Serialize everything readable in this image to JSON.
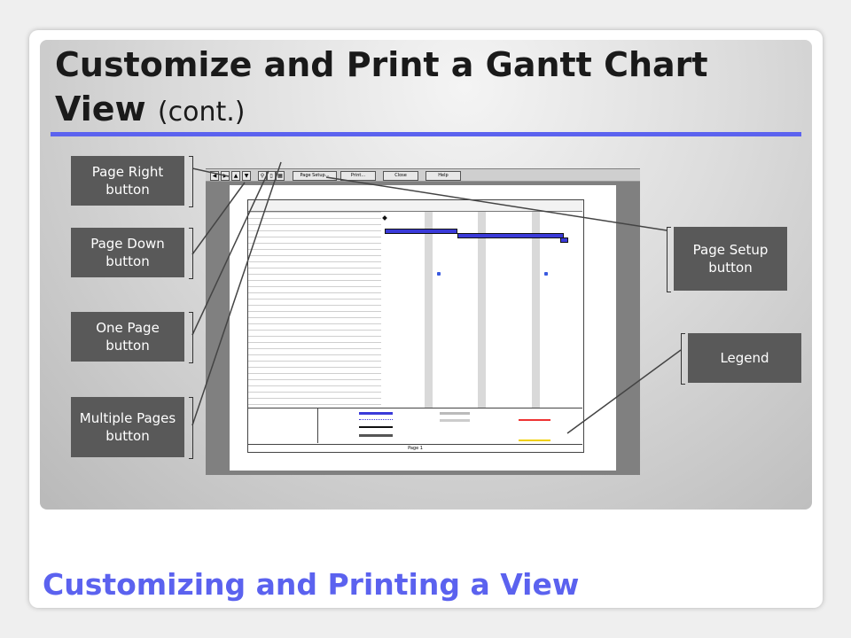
{
  "slide": {
    "title": "Customize and Print a Gantt Chart View",
    "title_suffix": "(cont.)",
    "footer": "Customizing and Printing a View"
  },
  "callouts": {
    "page_right": "Page Right button",
    "page_down": "Page Down button",
    "one_page": "One Page button",
    "multiple_pages": "Multiple Pages button",
    "page_setup": "Page Setup button",
    "legend": "Legend"
  },
  "preview_toolbar": {
    "page_setup_label": "Page Setup...",
    "print_label": "Print...",
    "close_label": "Close",
    "help_label": "Help"
  },
  "preview_page": {
    "page_footer": "Page 1"
  },
  "colors": {
    "accent": "#5b62ef",
    "callout_bg": "#595959",
    "gantt_bar": "#3a3ad9"
  }
}
